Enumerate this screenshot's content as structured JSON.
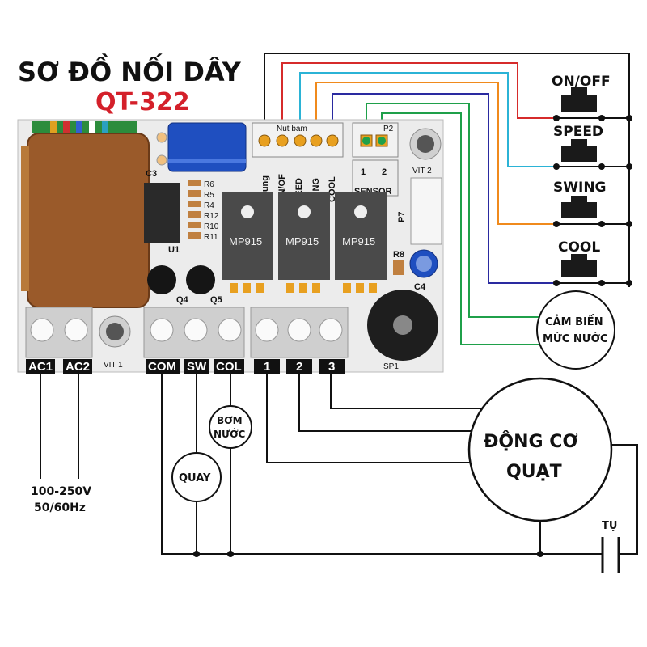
{
  "title": "SƠ ĐỒ NỐI DÂY",
  "model": "QT-322",
  "buttons": [
    {
      "label": "ON/OFF",
      "wire_color": "#d62b2b"
    },
    {
      "label": "SPEED",
      "wire_color": "#2bb3d6"
    },
    {
      "label": "SWING",
      "wire_color": "#f08a1c"
    },
    {
      "label": "COOL",
      "wire_color": "#2a2aa0"
    }
  ],
  "sensor": {
    "line1": "CẢM BIẾN",
    "line2": "MỨC NƯỚC",
    "wire_color": "#1fa04a"
  },
  "board": {
    "header_nutbam": "Nut bam",
    "header_p2": "P2",
    "silk_vertical": [
      "chung",
      "ON/OF",
      "PEED",
      "WING",
      "COOL"
    ],
    "sensor_pins": [
      "1",
      "2"
    ],
    "sensor_label": "SENSOR",
    "vit2": "VIT 2",
    "vit1": "VIT 1",
    "p7": "P7",
    "c3": "C3",
    "c4": "C4",
    "r8": "R8",
    "u1": "U1",
    "q4": "Q4",
    "q5": "Q5",
    "sp1": "SP1",
    "resistors": [
      "R6",
      "R5",
      "R4",
      "R12",
      "R10",
      "R11"
    ],
    "triacs": [
      "MP915",
      "MP915",
      "MP915"
    ]
  },
  "terminals": {
    "left": [
      "AC1",
      "AC2"
    ],
    "middle": [
      "COM",
      "SW",
      "COL"
    ],
    "right": [
      "1",
      "2",
      "3"
    ]
  },
  "power": {
    "line1": "100-250V",
    "line2": "50/60Hz"
  },
  "loads": {
    "swing": "QUAY",
    "pump_line1": "BƠM",
    "pump_line2": "NƯỚC"
  },
  "motor": {
    "line1": "ĐỘNG CƠ",
    "line2": "QUẠT"
  },
  "capacitor": "TỤ",
  "colors": {
    "board": "#ececec",
    "terminal_block": "#cfcfcf",
    "transformer": "#9a5a2a",
    "triac": "#4a4a4a",
    "capacitor_blue": "#1f4fc0"
  }
}
